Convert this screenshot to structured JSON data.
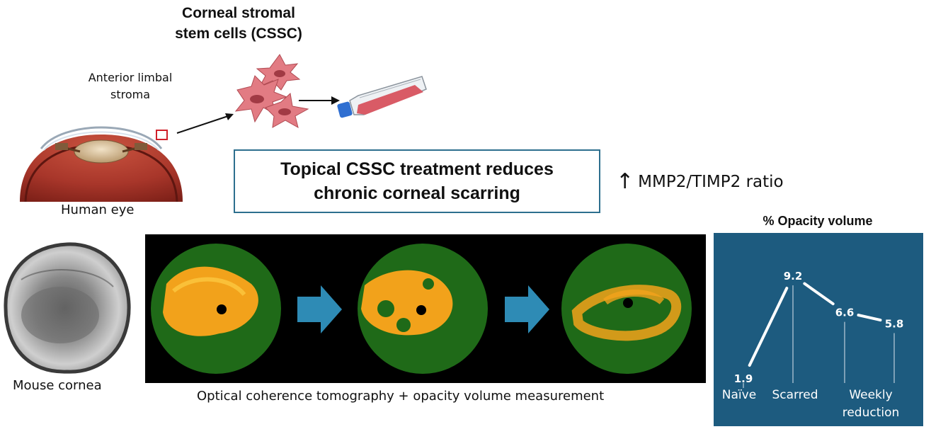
{
  "top": {
    "cell_title_line1": "Corneal stromal",
    "cell_title_line2": "stem cells (CSSC)",
    "anterior_label_line1": "Anterior limbal",
    "anterior_label_line2": "stroma",
    "human_eye_label": "Human eye"
  },
  "main": {
    "box_line1": "Topical CSSC treatment reduces",
    "box_line2": "chronic corneal scarring",
    "mmp_label": "MMP2/TIMP2 ratio",
    "mmp_arrow": "↑"
  },
  "bottom": {
    "mouse_label": "Mouse cornea",
    "oct_label": "Optical coherence tomography + opacity volume measurement"
  },
  "colors": {
    "box_border": "#2d6f8e",
    "chart_bg": "#1d5b7f",
    "arrow_blue": "#2e8bb5",
    "scar_orange": "#f2a21b",
    "oct_green": "#1f6a18",
    "cell_pink": "#e27b83"
  },
  "chart_data": {
    "type": "line",
    "title": "% Opacity volume",
    "categories": [
      "Naïve",
      "Scarred",
      "Weekly reduction",
      "Weekly reduction"
    ],
    "x_labels": [
      "Naïve",
      "Scarred",
      "Weekly",
      "reduction"
    ],
    "values": [
      1.9,
      9.2,
      6.6,
      5.8
    ],
    "value_labels": [
      "1.9",
      "9.2",
      "6.6",
      "5.8"
    ],
    "ylim": [
      0,
      10
    ]
  }
}
